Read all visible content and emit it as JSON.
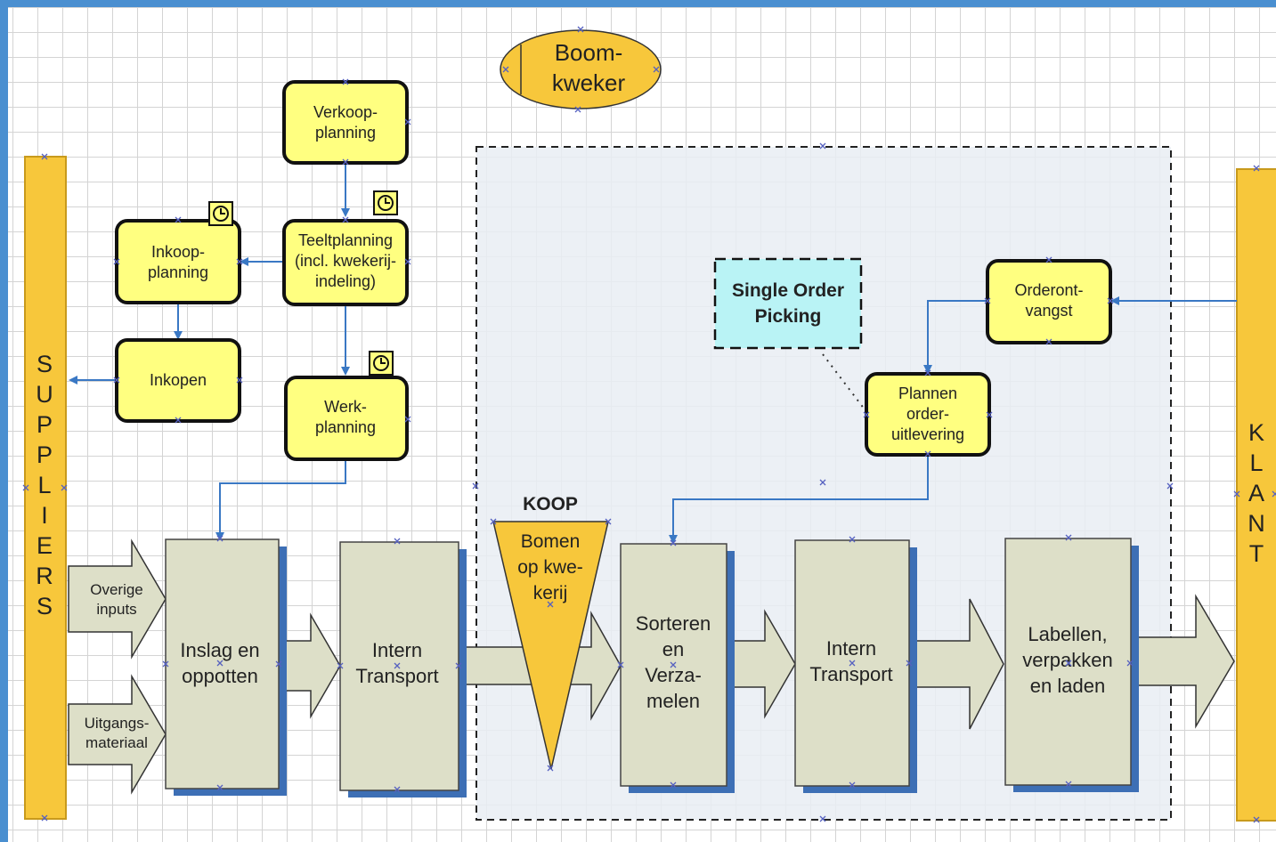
{
  "colors": {
    "background_frame": "#4a8fd0",
    "process_fill": "#ffff80",
    "process_stroke": "#111111",
    "bar_fill": "#f7c73b",
    "step_fill": "#dddfc8",
    "step_shadow": "#3d6fb5",
    "arrow_blue": "#3a78c4",
    "note_fill": "#b9f3f5",
    "zone_fill": "#e9edf3"
  },
  "title_ellipse": {
    "line1": "Boom-",
    "line2": "kweker"
  },
  "suppliers": {
    "letters": [
      "S",
      "U",
      "P",
      "P",
      "L",
      "I",
      "E",
      "R",
      "S"
    ]
  },
  "klant": {
    "letters": [
      "K",
      "L",
      "A",
      "N",
      "T"
    ]
  },
  "processes": {
    "verkoopplanning": {
      "line1": "Verkoop-",
      "line2": "planning"
    },
    "teeltplanning": {
      "line1": "Teeltplanning",
      "line2": "(incl. kwekerij-",
      "line3": "indeling)"
    },
    "inkoopplanning": {
      "line1": "Inkoop-",
      "line2": "planning"
    },
    "inkopen": {
      "line1": "Inkopen"
    },
    "werkplanning": {
      "line1": "Werk-",
      "line2": "planning"
    },
    "orderontvangst": {
      "line1": "Orderont-",
      "line2": "vangst"
    },
    "plannen_orderuitlevering": {
      "line1": "Plannen",
      "line2": "order-",
      "line3": "uitlevering"
    }
  },
  "note": {
    "line1": "Single Order",
    "line2": "Picking"
  },
  "inputs": {
    "overige": {
      "line1": "Overige",
      "line2": "inputs"
    },
    "uitgangs": {
      "line1": "Uitgangs-",
      "line2": "materiaal"
    }
  },
  "steps": {
    "inslag": {
      "line1": "Inslag en",
      "line2": "oppotten"
    },
    "intern1": {
      "line1": "Intern",
      "line2": "Transport"
    },
    "sorteren": {
      "line1": "Sorteren",
      "line2": "en",
      "line3": "Verza-",
      "line4": "melen"
    },
    "intern2": {
      "line1": "Intern",
      "line2": "Transport"
    },
    "labellen": {
      "line1": "Labellen,",
      "line2": "verpakken",
      "line3": "en laden"
    }
  },
  "koop": {
    "title": "KOOP",
    "line1": "Bomen",
    "line2": "op kwe-",
    "line3": "kerij"
  }
}
